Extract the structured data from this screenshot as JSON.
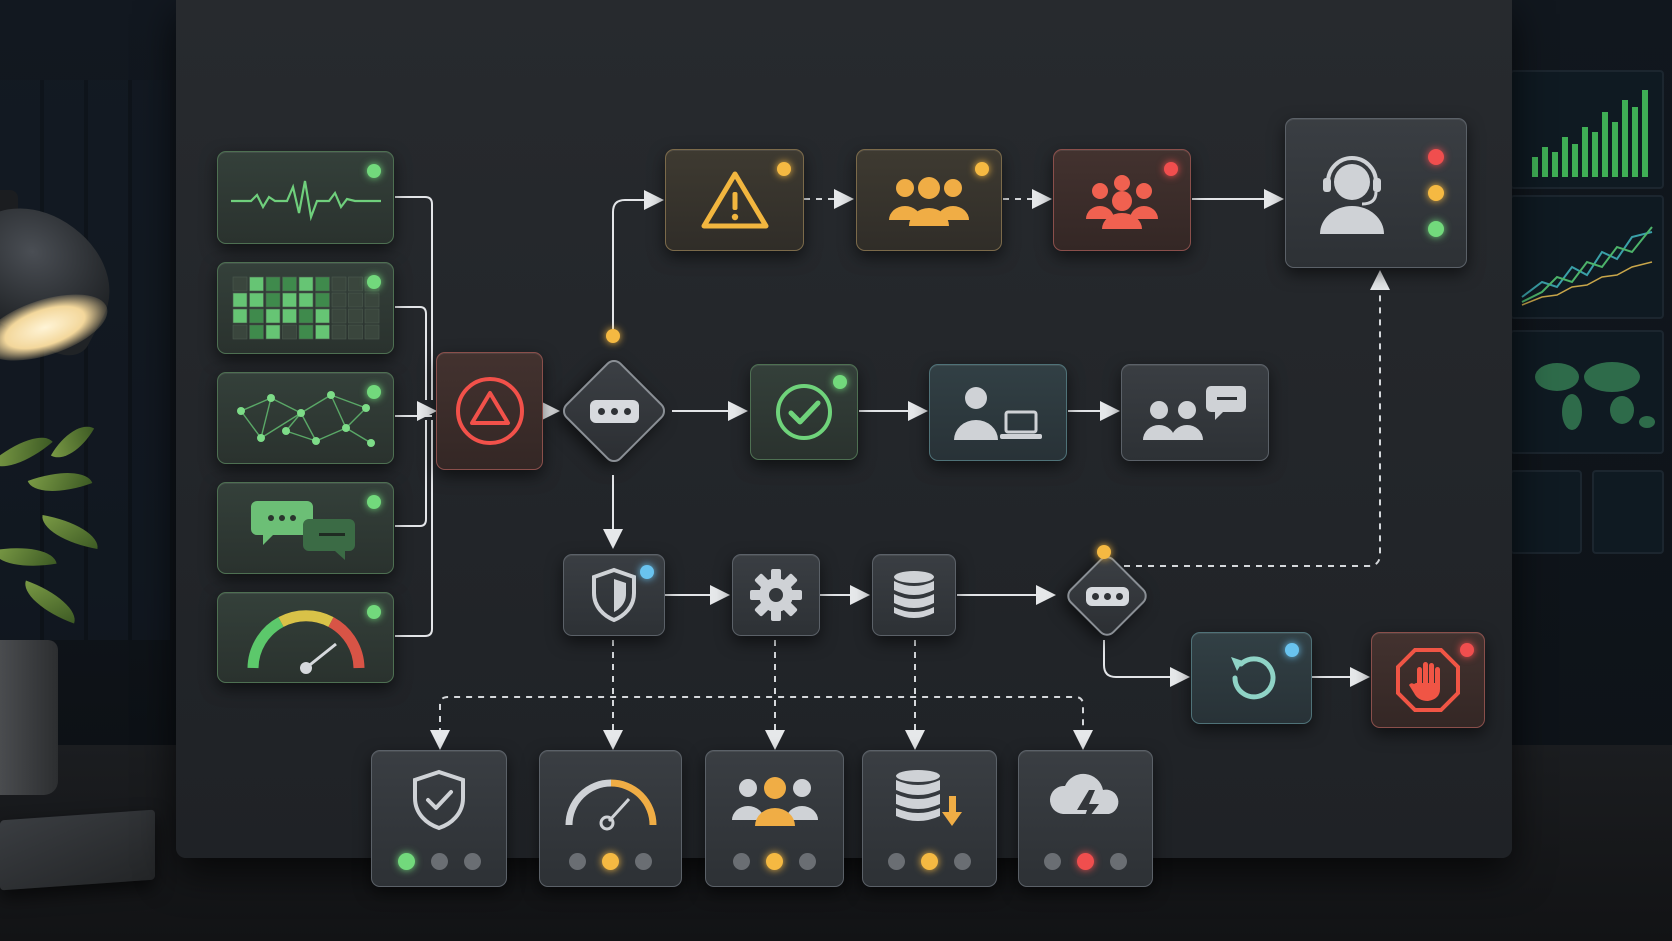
{
  "colors": {
    "green": "#72d97c",
    "amber": "#f5b942",
    "red": "#f04e4e",
    "blue": "#69c3ef",
    "neutral": "#6a6e73",
    "board": "#24272b"
  },
  "inputs": [
    {
      "icon": "heartbeat-waveform-icon",
      "status": "green"
    },
    {
      "icon": "heatmap-grid-icon",
      "status": "green"
    },
    {
      "icon": "network-graph-icon",
      "status": "green"
    },
    {
      "icon": "chat-bubbles-icon",
      "status": "green"
    },
    {
      "icon": "gauge-meter-icon",
      "status": "green"
    }
  ],
  "main_flow": {
    "alert_node": {
      "icon": "alert-triangle-circle-icon"
    },
    "decision_1": {
      "icon": "ellipsis-icon"
    },
    "escalation_path": [
      {
        "icon": "warning-triangle-icon",
        "status": "amber"
      },
      {
        "icon": "team-icon",
        "status": "amber"
      },
      {
        "icon": "team-icon",
        "status": "red"
      }
    ],
    "support_agent": {
      "icon": "headset-agent-icon",
      "lights": [
        "red",
        "amber",
        "green"
      ]
    },
    "resolution_path": [
      {
        "icon": "check-circle-icon",
        "status": "green"
      },
      {
        "icon": "user-laptop-icon"
      },
      {
        "icon": "users-chat-icon"
      }
    ],
    "processing_path": [
      {
        "icon": "shield-icon",
        "status": "blue"
      },
      {
        "icon": "gear-icon"
      },
      {
        "icon": "database-icon"
      }
    ],
    "decision_2": {
      "icon": "ellipsis-icon",
      "status": "amber"
    },
    "retry_node": {
      "icon": "retry-arrow-icon",
      "status": "blue"
    },
    "stop_node": {
      "icon": "stop-hand-icon",
      "status": "red"
    }
  },
  "outputs": [
    {
      "icon": "shield-check-icon",
      "lights": [
        "green",
        "neutral",
        "neutral"
      ]
    },
    {
      "icon": "speedometer-icon",
      "lights": [
        "neutral",
        "amber",
        "neutral"
      ]
    },
    {
      "icon": "team-icon",
      "lights": [
        "neutral",
        "amber",
        "neutral"
      ]
    },
    {
      "icon": "database-download-icon",
      "lights": [
        "neutral",
        "amber",
        "neutral"
      ]
    },
    {
      "icon": "cloud-lightning-icon",
      "lights": [
        "neutral",
        "red",
        "neutral"
      ]
    }
  ]
}
